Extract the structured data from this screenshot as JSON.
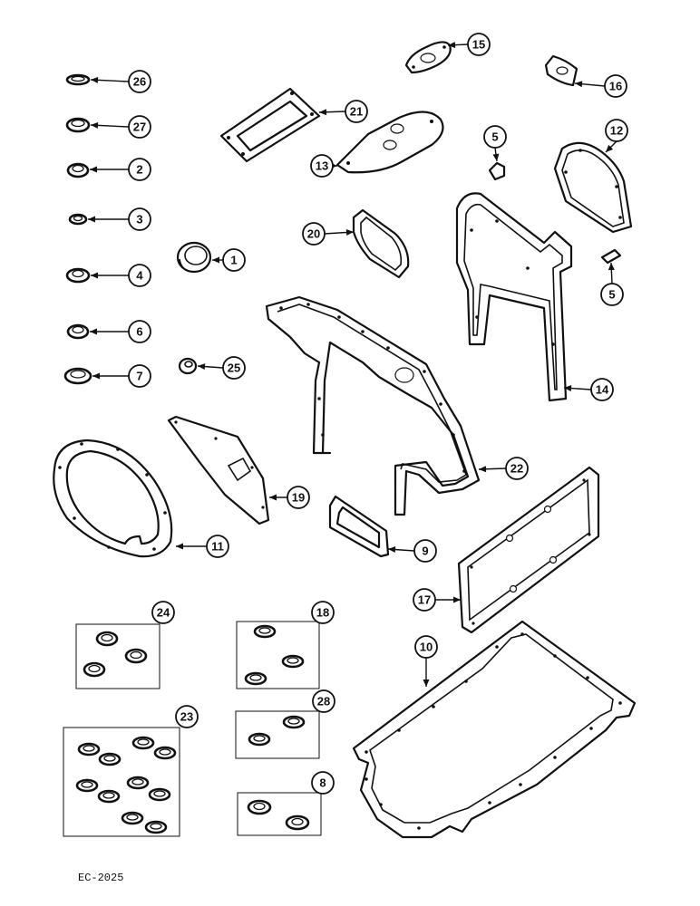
{
  "diagram": {
    "reference_code": "EC-2025",
    "callouts": [
      "26",
      "27",
      "2",
      "3",
      "4",
      "6",
      "7",
      "1",
      "25",
      "21",
      "13",
      "15",
      "16",
      "5",
      "12",
      "20",
      "5",
      "14",
      "22",
      "19",
      "11",
      "9",
      "17",
      "24",
      "18",
      "23",
      "28",
      "8",
      "10"
    ]
  }
}
